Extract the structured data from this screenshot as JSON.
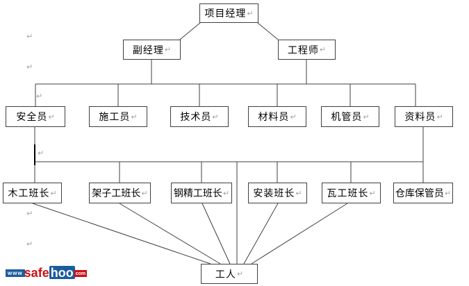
{
  "diagram": {
    "type": "org-chart",
    "return_mark": "↵",
    "nodes": {
      "project_manager": "项目经理",
      "deputy_manager": "副经理",
      "engineer": "工程师",
      "level3": [
        "安全员",
        "施工员",
        "技术员",
        "材料员",
        "机管员",
        "资料员"
      ],
      "level4": [
        "木工班长",
        "架子工班长",
        "钢精工班长",
        "安装班长",
        "瓦工班长",
        "仓库保管员"
      ],
      "worker": "工人"
    },
    "edges": [
      {
        "from": "项目经理",
        "to": [
          "副经理",
          "工程师"
        ]
      },
      {
        "from": "副经理+工程师",
        "to": [
          "安全员",
          "施工员",
          "技术员",
          "材料员",
          "机管员",
          "资料员"
        ]
      },
      {
        "from": "安全员…资料员",
        "to": [
          "木工班长",
          "架子工班长",
          "钢精工班长",
          "安装班长",
          "瓦工班长",
          "仓库保管员"
        ]
      },
      {
        "from": "木工班长+架子工班长+钢精工班长+安装班长+瓦工班长",
        "to": [
          "工人"
        ]
      }
    ]
  },
  "watermark": {
    "www": "www",
    "safe": "safe",
    "hoo": "hoo",
    "com": "com"
  },
  "colors": {
    "line": "#3f3f3f",
    "mark_gray": "#9aa3ad",
    "watermark_blue": "#1b5c9e",
    "watermark_red": "#cc1016"
  }
}
